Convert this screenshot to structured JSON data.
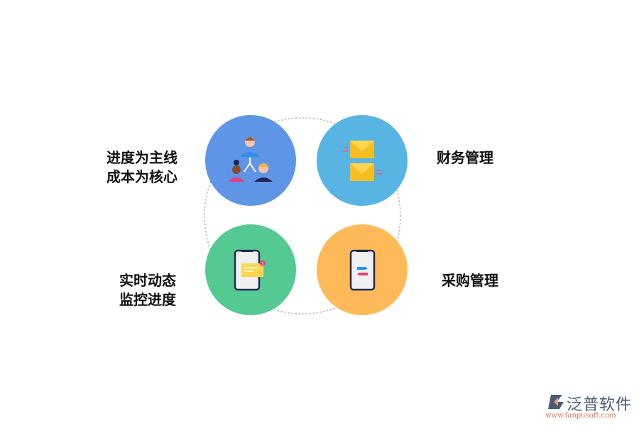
{
  "items": [
    {
      "lines": [
        "进度为主线",
        "成本为核心"
      ],
      "color": "#5f95e6",
      "icon": "team-hierarchy-icon"
    },
    {
      "lines": [
        "财务管理"
      ],
      "color": "#58b4e3",
      "icon": "envelopes-icon"
    },
    {
      "lines": [
        "实时动态",
        "监控进度"
      ],
      "color": "#54c992",
      "icon": "phone-message-icon"
    },
    {
      "lines": [
        "采购管理"
      ],
      "color": "#feba59",
      "icon": "phone-transfer-icon"
    }
  ],
  "notification_count": "1",
  "logo": {
    "name": "泛普软件",
    "url": "www.fanpusoft.com"
  }
}
